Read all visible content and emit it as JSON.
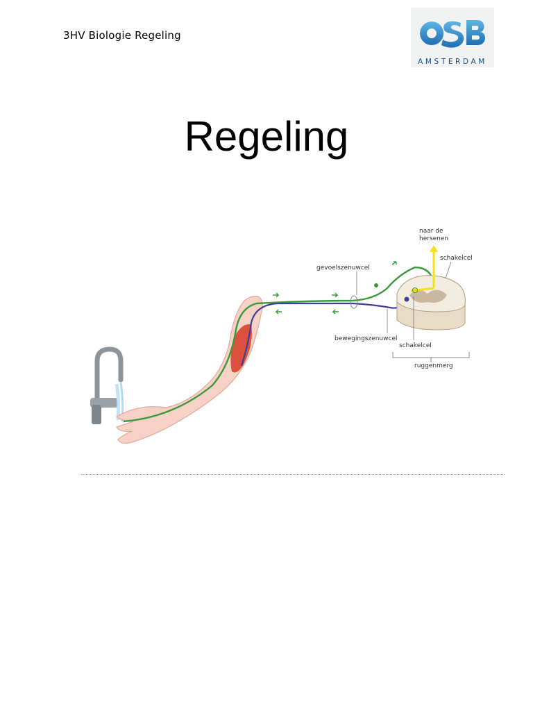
{
  "header": {
    "text": "3HV Biologie  Regeling"
  },
  "logo": {
    "monogram": "OSB",
    "wordmark": "AMSTERDAM",
    "colors": [
      "#2f8fd0",
      "#1f4e79"
    ]
  },
  "title": "Regeling",
  "figure": {
    "labels": {
      "brain": "naar de\nhersenen",
      "brain_line1": "naar de",
      "brain_line2": "hersenen",
      "relay_top": "schakelcel",
      "sensory": "gevoelszenuwcel",
      "motor": "bewegingszenuwcel",
      "relay_bottom": "schakelcel",
      "spinal_cord": "ruggenmerg"
    },
    "colors": {
      "sensory": "#3a9a3a",
      "motor": "#3b3f9a",
      "brain_path": "#f2e21a",
      "skin": "#f6d2c6",
      "muscle": "#d9432e"
    }
  }
}
